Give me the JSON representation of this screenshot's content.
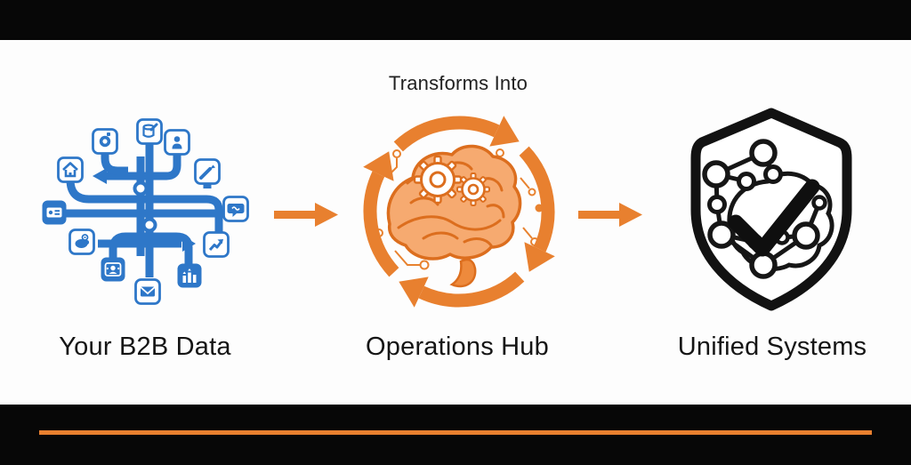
{
  "header": {
    "transform_label": "Transforms Into"
  },
  "sections": [
    {
      "id": "your-b2b-data",
      "label": "Your B2B Data"
    },
    {
      "id": "operations-hub",
      "label": "Operations Hub"
    },
    {
      "id": "unified-systems",
      "label": "Unified Systems"
    }
  ],
  "illustrations": {
    "data_tangle": {
      "description": "tangled blue network of data-source icon tiles",
      "tiles": [
        "stopwatch",
        "database-edit",
        "contact",
        "home",
        "pen",
        "loyalty-card",
        "chat-bubble",
        "piggy-bank",
        "growth-chart",
        "video-conference",
        "bar-chart",
        "mail"
      ]
    },
    "hub": {
      "description": "brain with gears inside clockwise orange cycle arrows"
    },
    "shield": {
      "description": "black shield with node network and checkmark"
    },
    "connectors": [
      "arrow-right",
      "arrow-right"
    ]
  },
  "colors": {
    "data_blue": "#2E77C8",
    "hub_orange": "#E8802F",
    "brain_outline": "#DC6E1E",
    "brain_fill": "#F6AA70",
    "accent_line": "#E8802F",
    "bar_black": "#070707",
    "text": "#151515",
    "background": "#FDFDFD"
  }
}
